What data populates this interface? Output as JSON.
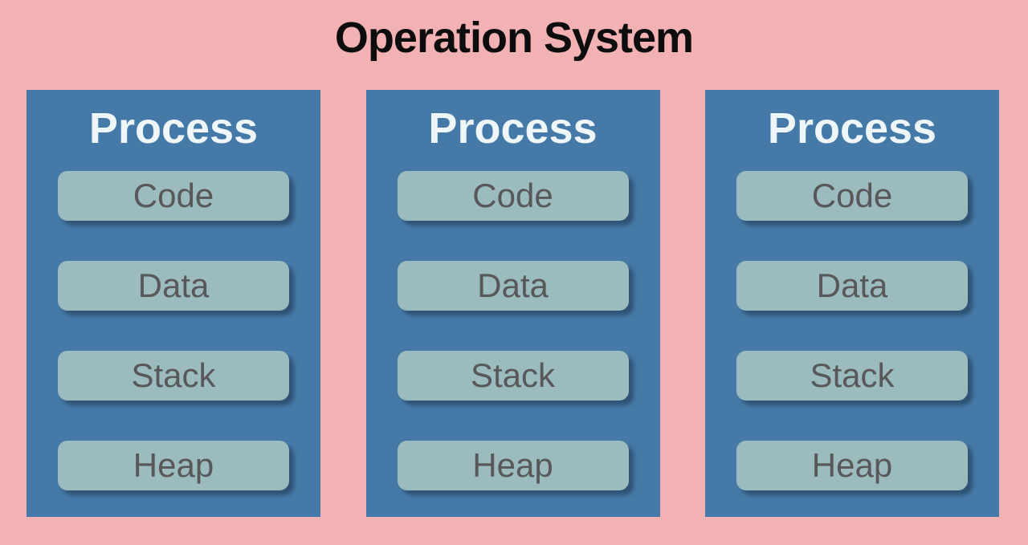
{
  "title": "Operation System",
  "colors": {
    "background": "#f2b1b2",
    "panel": "#4579a7",
    "panel_title": "#eff6f9",
    "title_text": "#0d0d0d",
    "segment_fill": "#9bbbbe",
    "segment_text": "#58585a"
  },
  "processes": [
    {
      "label": "Process",
      "segments": [
        "Code",
        "Data",
        "Stack",
        "Heap"
      ]
    },
    {
      "label": "Process",
      "segments": [
        "Code",
        "Data",
        "Stack",
        "Heap"
      ]
    },
    {
      "label": "Process",
      "segments": [
        "Code",
        "Data",
        "Stack",
        "Heap"
      ]
    }
  ]
}
